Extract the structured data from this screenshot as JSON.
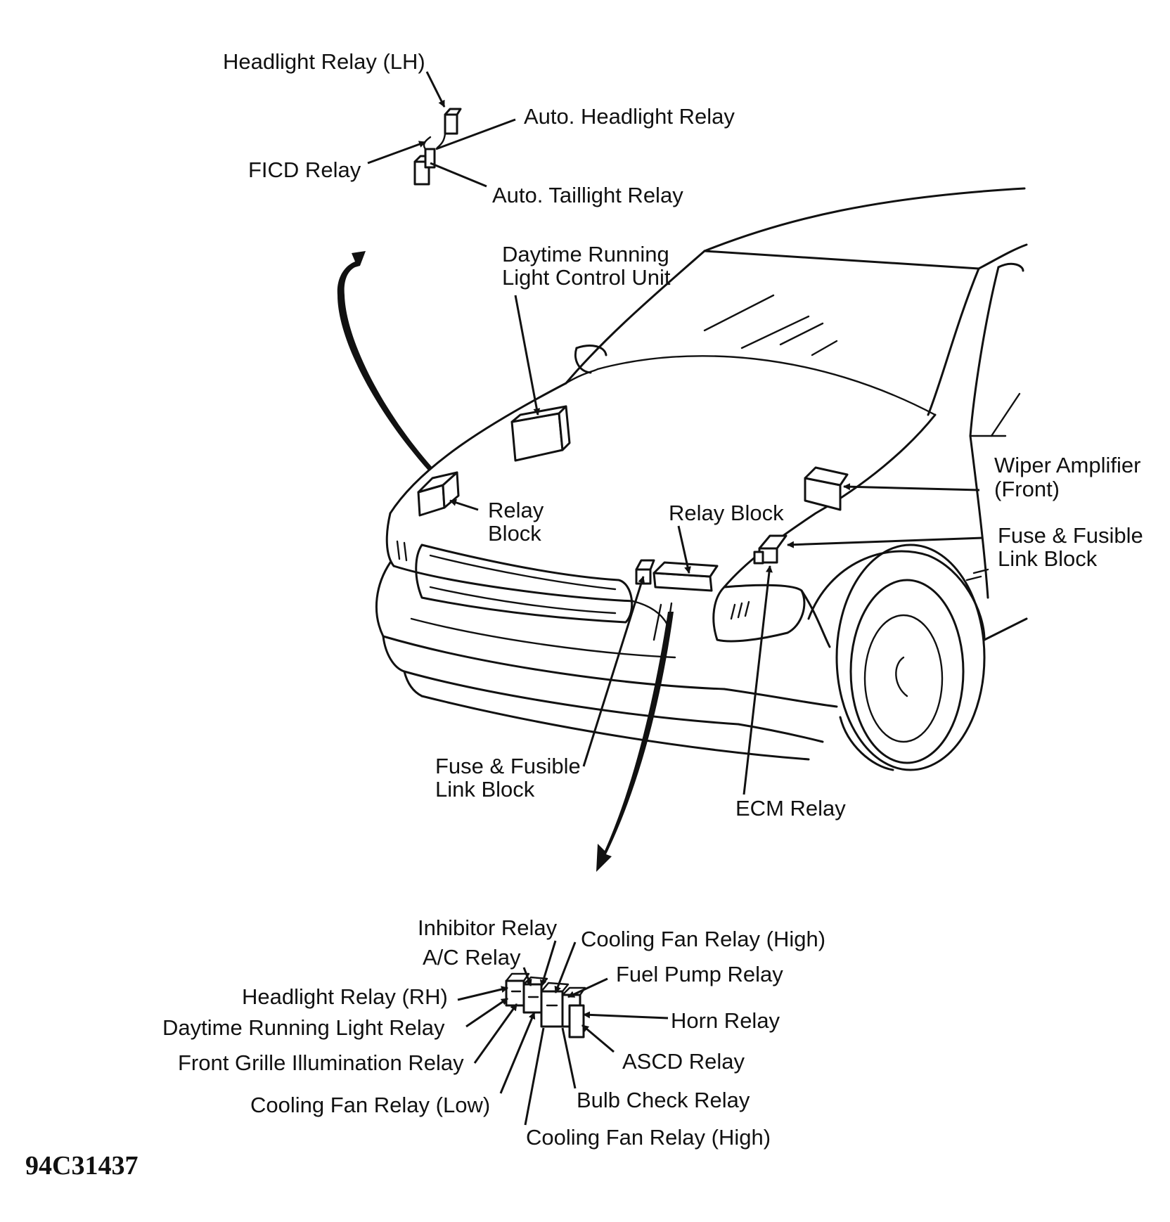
{
  "figure_id": "94C31437",
  "labels": {
    "headlight_relay_lh": "Headlight Relay (LH)",
    "auto_headlight_relay": "Auto. Headlight Relay",
    "ficd_relay": "FICD Relay",
    "auto_taillight_relay": "Auto. Taillight Relay",
    "drl_control_unit": [
      "Daytime Running",
      "Light Control Unit"
    ],
    "relay_block_left": [
      "Relay",
      "Block"
    ],
    "relay_block_center": "Relay Block",
    "wiper_amplifier": [
      "Wiper Amplifier",
      "(Front)"
    ],
    "fuse_block_right": [
      "Fuse & Fusible",
      "Link Block"
    ],
    "fuse_block_left": [
      "Fuse & Fusible",
      "Link Block"
    ],
    "ecm_relay": "ECM Relay",
    "inhibitor_relay": "Inhibitor Relay",
    "cooling_fan_high_top": "Cooling Fan Relay (High)",
    "ac_relay": "A/C Relay",
    "fuel_pump_relay": "Fuel Pump Relay",
    "headlight_relay_rh": "Headlight Relay (RH)",
    "horn_relay": "Horn Relay",
    "drl_relay": "Daytime Running Light Relay",
    "ascd_relay": "ASCD Relay",
    "front_grille_relay": "Front Grille Illumination Relay",
    "bulb_check_relay": "Bulb Check Relay",
    "cooling_fan_low": "Cooling Fan Relay (Low)",
    "cooling_fan_high_bottom": "Cooling Fan Relay (High)"
  }
}
